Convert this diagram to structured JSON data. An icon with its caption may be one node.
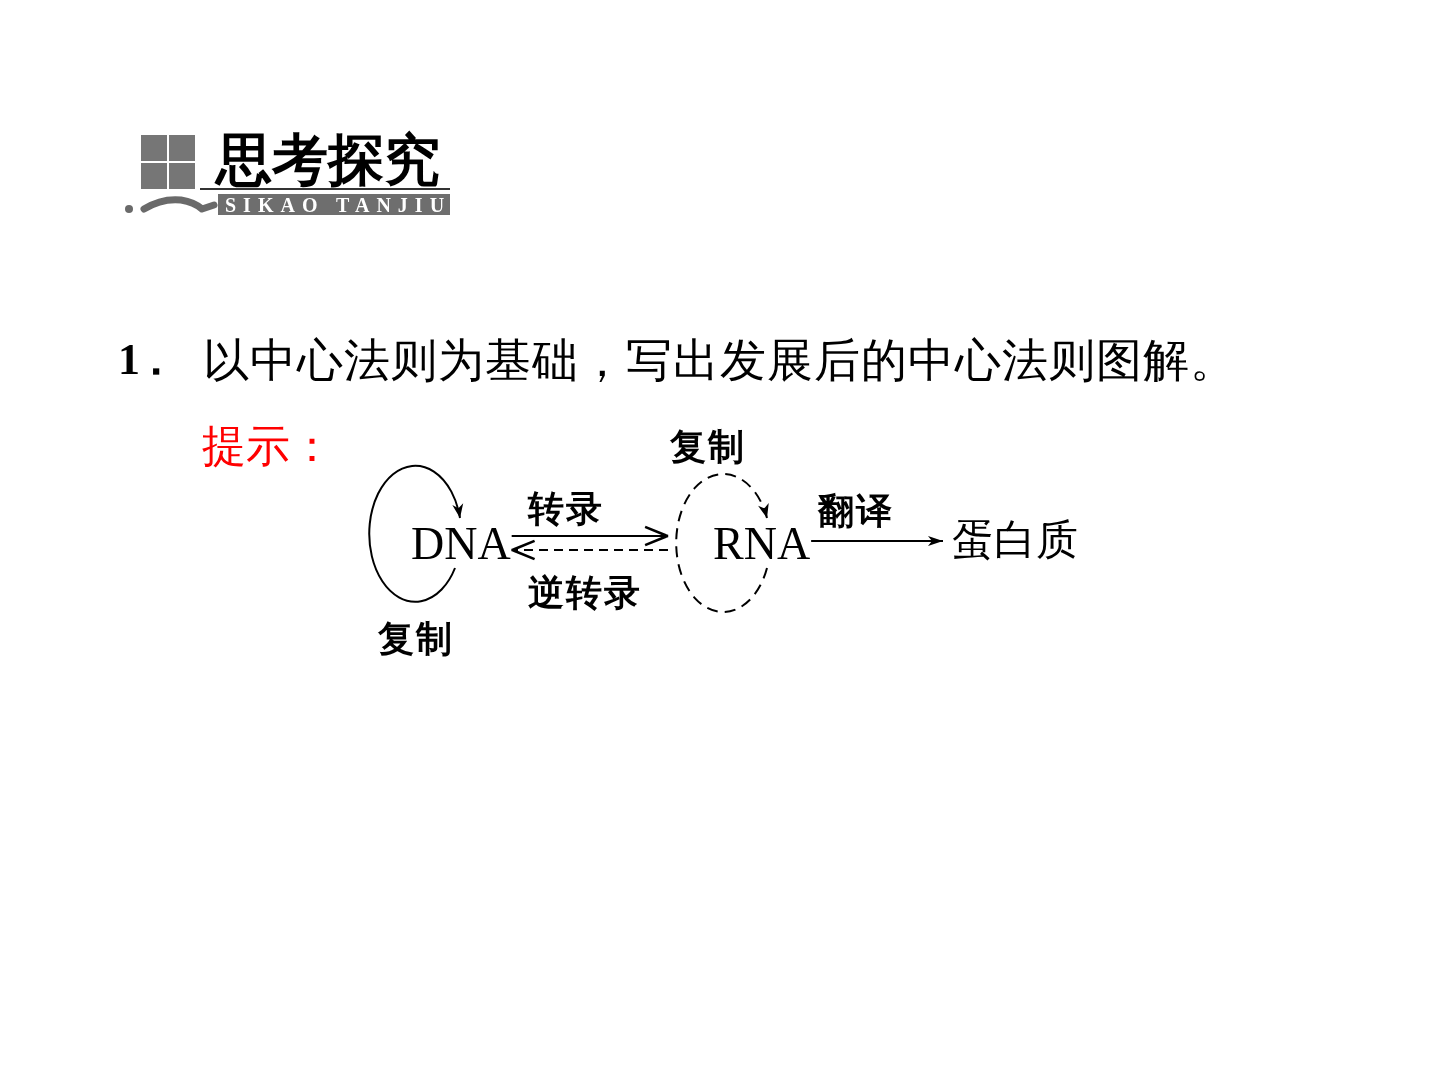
{
  "diagram": {
    "title": "思考探究",
    "nodes": [
      {
        "text": [
          "DNA"
        ]
      },
      {
        "text": [
          "RNA"
        ]
      },
      {
        "text": [
          "蛋白质"
        ]
      }
    ],
    "edges": [
      {
        "from": 0,
        "to": 0,
        "arrow": "to",
        "label": "复制"
      },
      {
        "from": 0,
        "to": 1,
        "arrow": "to",
        "label": "转录"
      },
      {
        "from": 1,
        "to": 0,
        "arrow": "to",
        "label": "逆转录",
        "style": "dashed"
      },
      {
        "from": 1,
        "to": 1,
        "arrow": "to",
        "label": "复制",
        "style": "dashed"
      },
      {
        "from": 1,
        "to": 2,
        "arrow": "to",
        "label": "翻译"
      }
    ],
    "labels": [
      "SIKAO TANJIU",
      "1．",
      "以中心法则为基础，写出发展后的中心法则图解。",
      "提示："
    ]
  }
}
